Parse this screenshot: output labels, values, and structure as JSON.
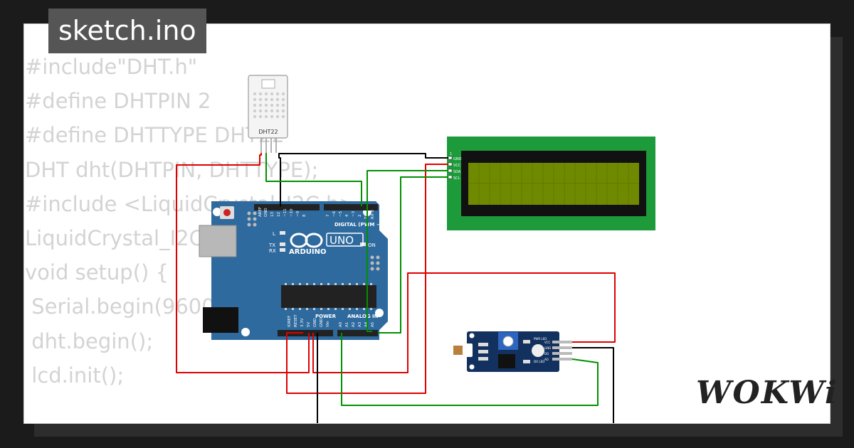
{
  "project": {
    "filename": "sketch.ino"
  },
  "brand": {
    "logo_text": "WOKWi"
  },
  "code_lines": [
    "#include\"DHT.h\"",
    "#define DHTPIN 2",
    "#define DHTTYPE DHT22",
    "DHT dht(DHTPIN, DHTTYPE);",
    "#include <LiquidCrystal_I2C.h>",
    "LiquidCrystal_I2C lcd(0x27,16,2);",
    "",
    "void setup() {",
    " Serial.begin(9600);",
    " dht.begin();",
    " lcd.init();"
  ],
  "components": {
    "dht22": {
      "label": "DHT22"
    },
    "arduino": {
      "brand": "ARDUINO",
      "model": "UNO",
      "digital_label": "DIGITAL (PWM ~)",
      "analog_label": "ANALOG IN",
      "power_label": "POWER",
      "led_l": "L",
      "led_tx": "TX",
      "led_rx": "RX",
      "led_on": "ON",
      "top_pins": [
        "AREF",
        "GND",
        "13",
        "12",
        "~11",
        "~10",
        "~9",
        "8",
        "7",
        "~6",
        "~5",
        "4",
        "~3",
        "2",
        "TX 1",
        "RX 0"
      ],
      "bottom_pins": [
        "IOREF",
        "RESET",
        "3.3V",
        "5V",
        "GND",
        "GND",
        "Vin",
        "A0",
        "A1",
        "A2",
        "A3",
        "A4",
        "A5"
      ]
    },
    "lcd": {
      "pins": [
        "GND",
        "VCC",
        "SDA",
        "SCL"
      ],
      "pin_marker": "1"
    },
    "ldr_module": {
      "pins": [
        "VCC",
        "GND",
        "DO",
        "AO"
      ],
      "led_labels": [
        "PWR LED",
        "DO LED"
      ]
    }
  },
  "colors": {
    "wire_red": "#e00000",
    "wire_black": "#000000",
    "wire_green": "#009000",
    "arduino_blue": "#2e6a9e",
    "lcd_green": "#1d9a3a",
    "lcd_screen": "#6f8a00",
    "module_blue": "#13315f"
  }
}
